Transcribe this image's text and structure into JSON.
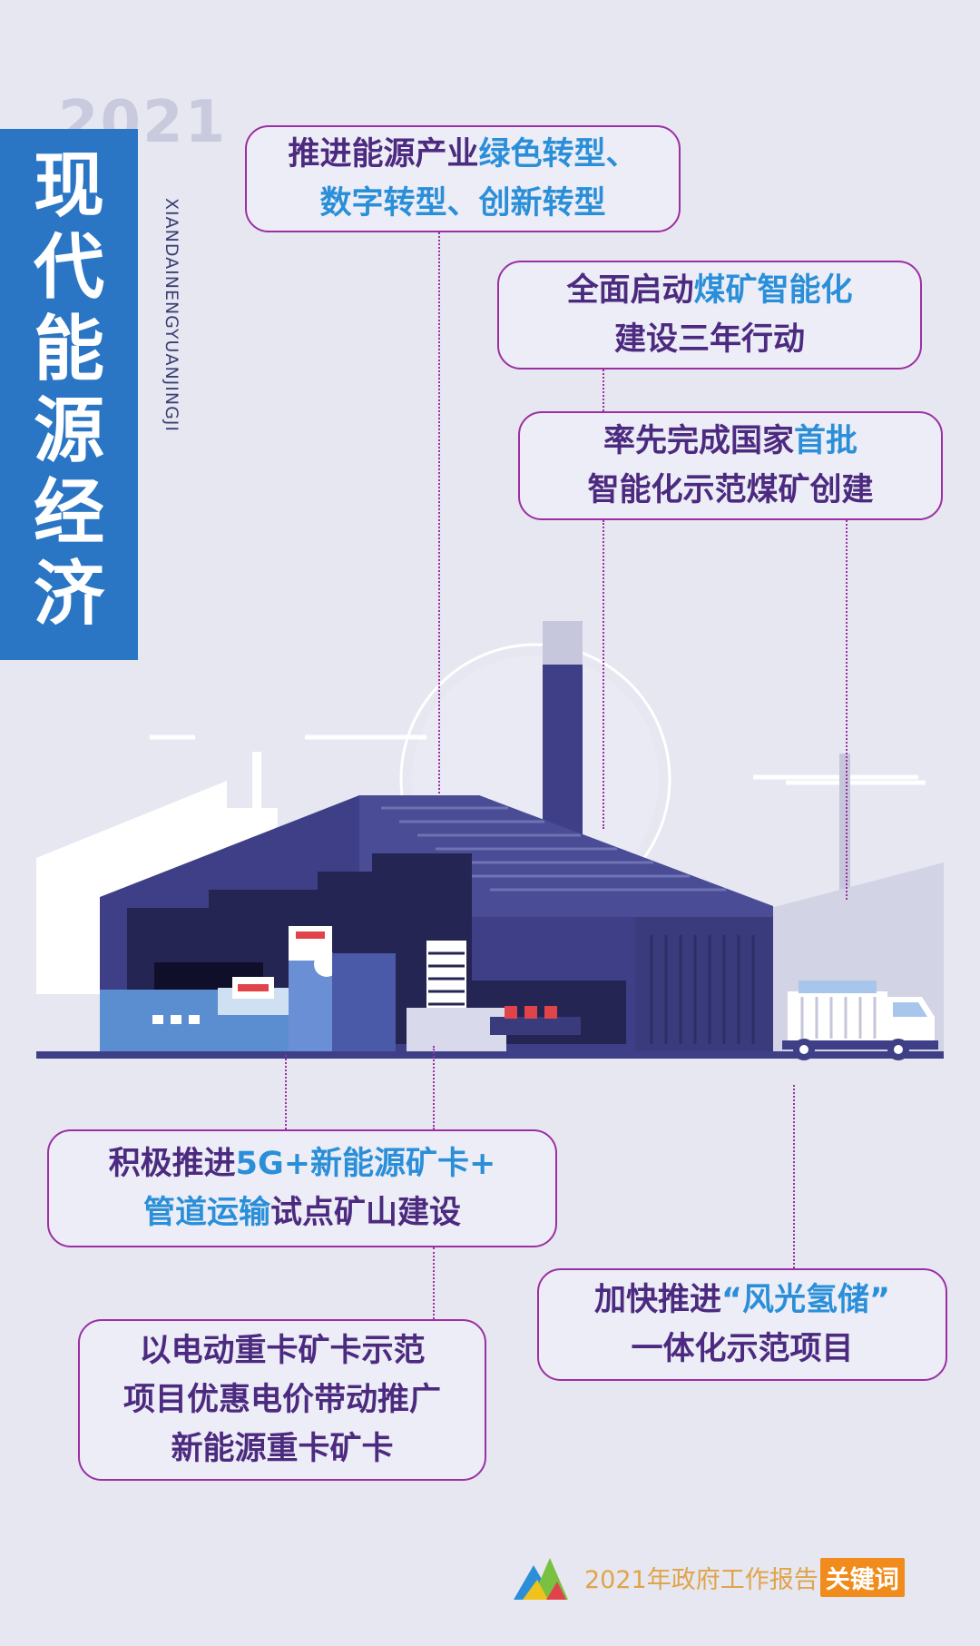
{
  "header": {
    "year": "2021",
    "title": "现代能源经济",
    "pinyin": "XIANDAINENGYUANJINGJI"
  },
  "callouts": {
    "c1": {
      "line1_a": "推进能源产业",
      "line1_b": "绿色转型、",
      "line2": "数字转型、创新转型"
    },
    "c2": {
      "line1_a": "全面启动",
      "line1_b": "煤矿智能化",
      "line2": "建设三年行动"
    },
    "c3": {
      "line1_a": "率先完成国家",
      "line1_b": "首批",
      "line2": "智能化示范煤矿创建"
    },
    "c4": {
      "line1_a": "积极推进",
      "line1_b": "5G+新能源矿卡+",
      "line2_a": "管道运输",
      "line2_b": "试点矿山建设"
    },
    "c5": {
      "line1": "以电动重卡矿卡示范",
      "line2": "项目优惠电价带动推广",
      "line3": "新能源重卡矿卡"
    },
    "c6": {
      "line1_a": "加快推进",
      "line1_b": "“风光氢储”",
      "line2": "一体化示范项目"
    }
  },
  "footer": {
    "text": "2021年政府工作报告",
    "keyword": "关键词"
  },
  "colors": {
    "background": "#e6e7f1",
    "title_box": "#2a76c4",
    "callout_border": "#9c2fa3",
    "callout_text": "#4c2a7f",
    "highlight": "#2a8fd8",
    "factory_dark": "#3e3f86",
    "factory_mid": "#4a4c95",
    "footer_keyword": "#f08b1c"
  },
  "icons": {
    "logo": "mountain-logo-icon"
  }
}
